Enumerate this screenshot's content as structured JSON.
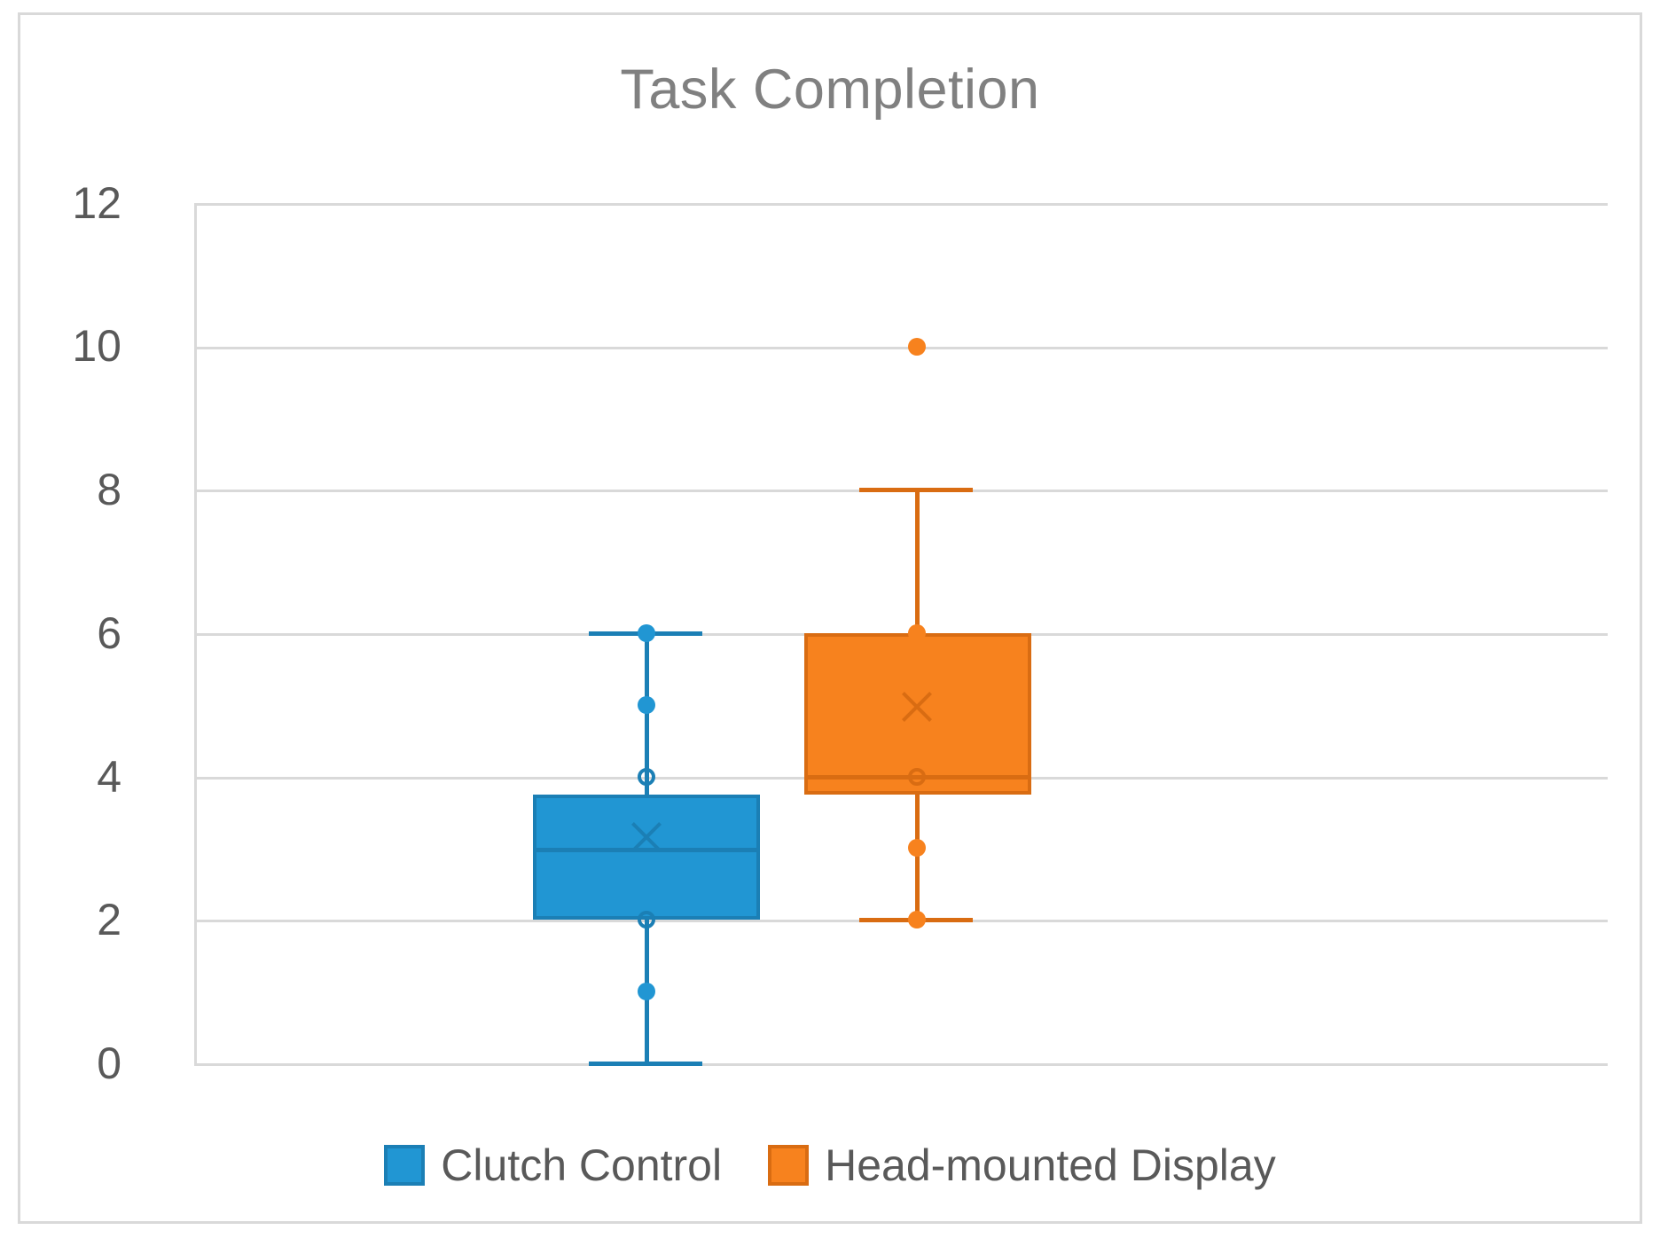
{
  "chart_data": {
    "type": "box",
    "title": "Task Completion",
    "xlabel": "",
    "ylabel": "",
    "ylim": [
      0,
      12
    ],
    "yticks": [
      12,
      10,
      8,
      6,
      4,
      2,
      0
    ],
    "grid": true,
    "legend_position": "bottom",
    "categories": [
      "Clutch Control",
      "Head-mounted Display"
    ],
    "colors": {
      "clutch_control_fill": "#2196d3",
      "clutch_control_line": "#1b7fb5",
      "head_mounted_display_fill": "#f7821e",
      "head_mounted_display_line": "#d96c12",
      "gridline": "#d9d9d9",
      "text": "#595959",
      "title": "#808080",
      "frame": "#d9d9d9"
    },
    "series": [
      {
        "name": "Clutch Control",
        "color": "#2196d3",
        "min": 0,
        "q1": 2,
        "median": 3,
        "mean": 3.2,
        "q3": 4.25,
        "max": 6,
        "scatter_points": [
          6,
          5,
          4,
          2,
          1
        ]
      },
      {
        "name": "Head-mounted Display",
        "color": "#f7821e",
        "min": 2,
        "q1": 3.75,
        "median": 4,
        "mean": 5,
        "q3": 6,
        "max": 8,
        "outliers": [
          10
        ],
        "scatter_points": [
          10,
          8,
          6,
          4,
          3,
          2
        ]
      }
    ]
  },
  "legend": {
    "items": [
      {
        "label": "Clutch Control",
        "color": "#2196d3"
      },
      {
        "label": "Head-mounted Display",
        "color": "#f7821e"
      }
    ]
  },
  "axis": {
    "y_tick_labels": [
      "12",
      "10",
      "8",
      "6",
      "4",
      "2",
      "0"
    ]
  }
}
